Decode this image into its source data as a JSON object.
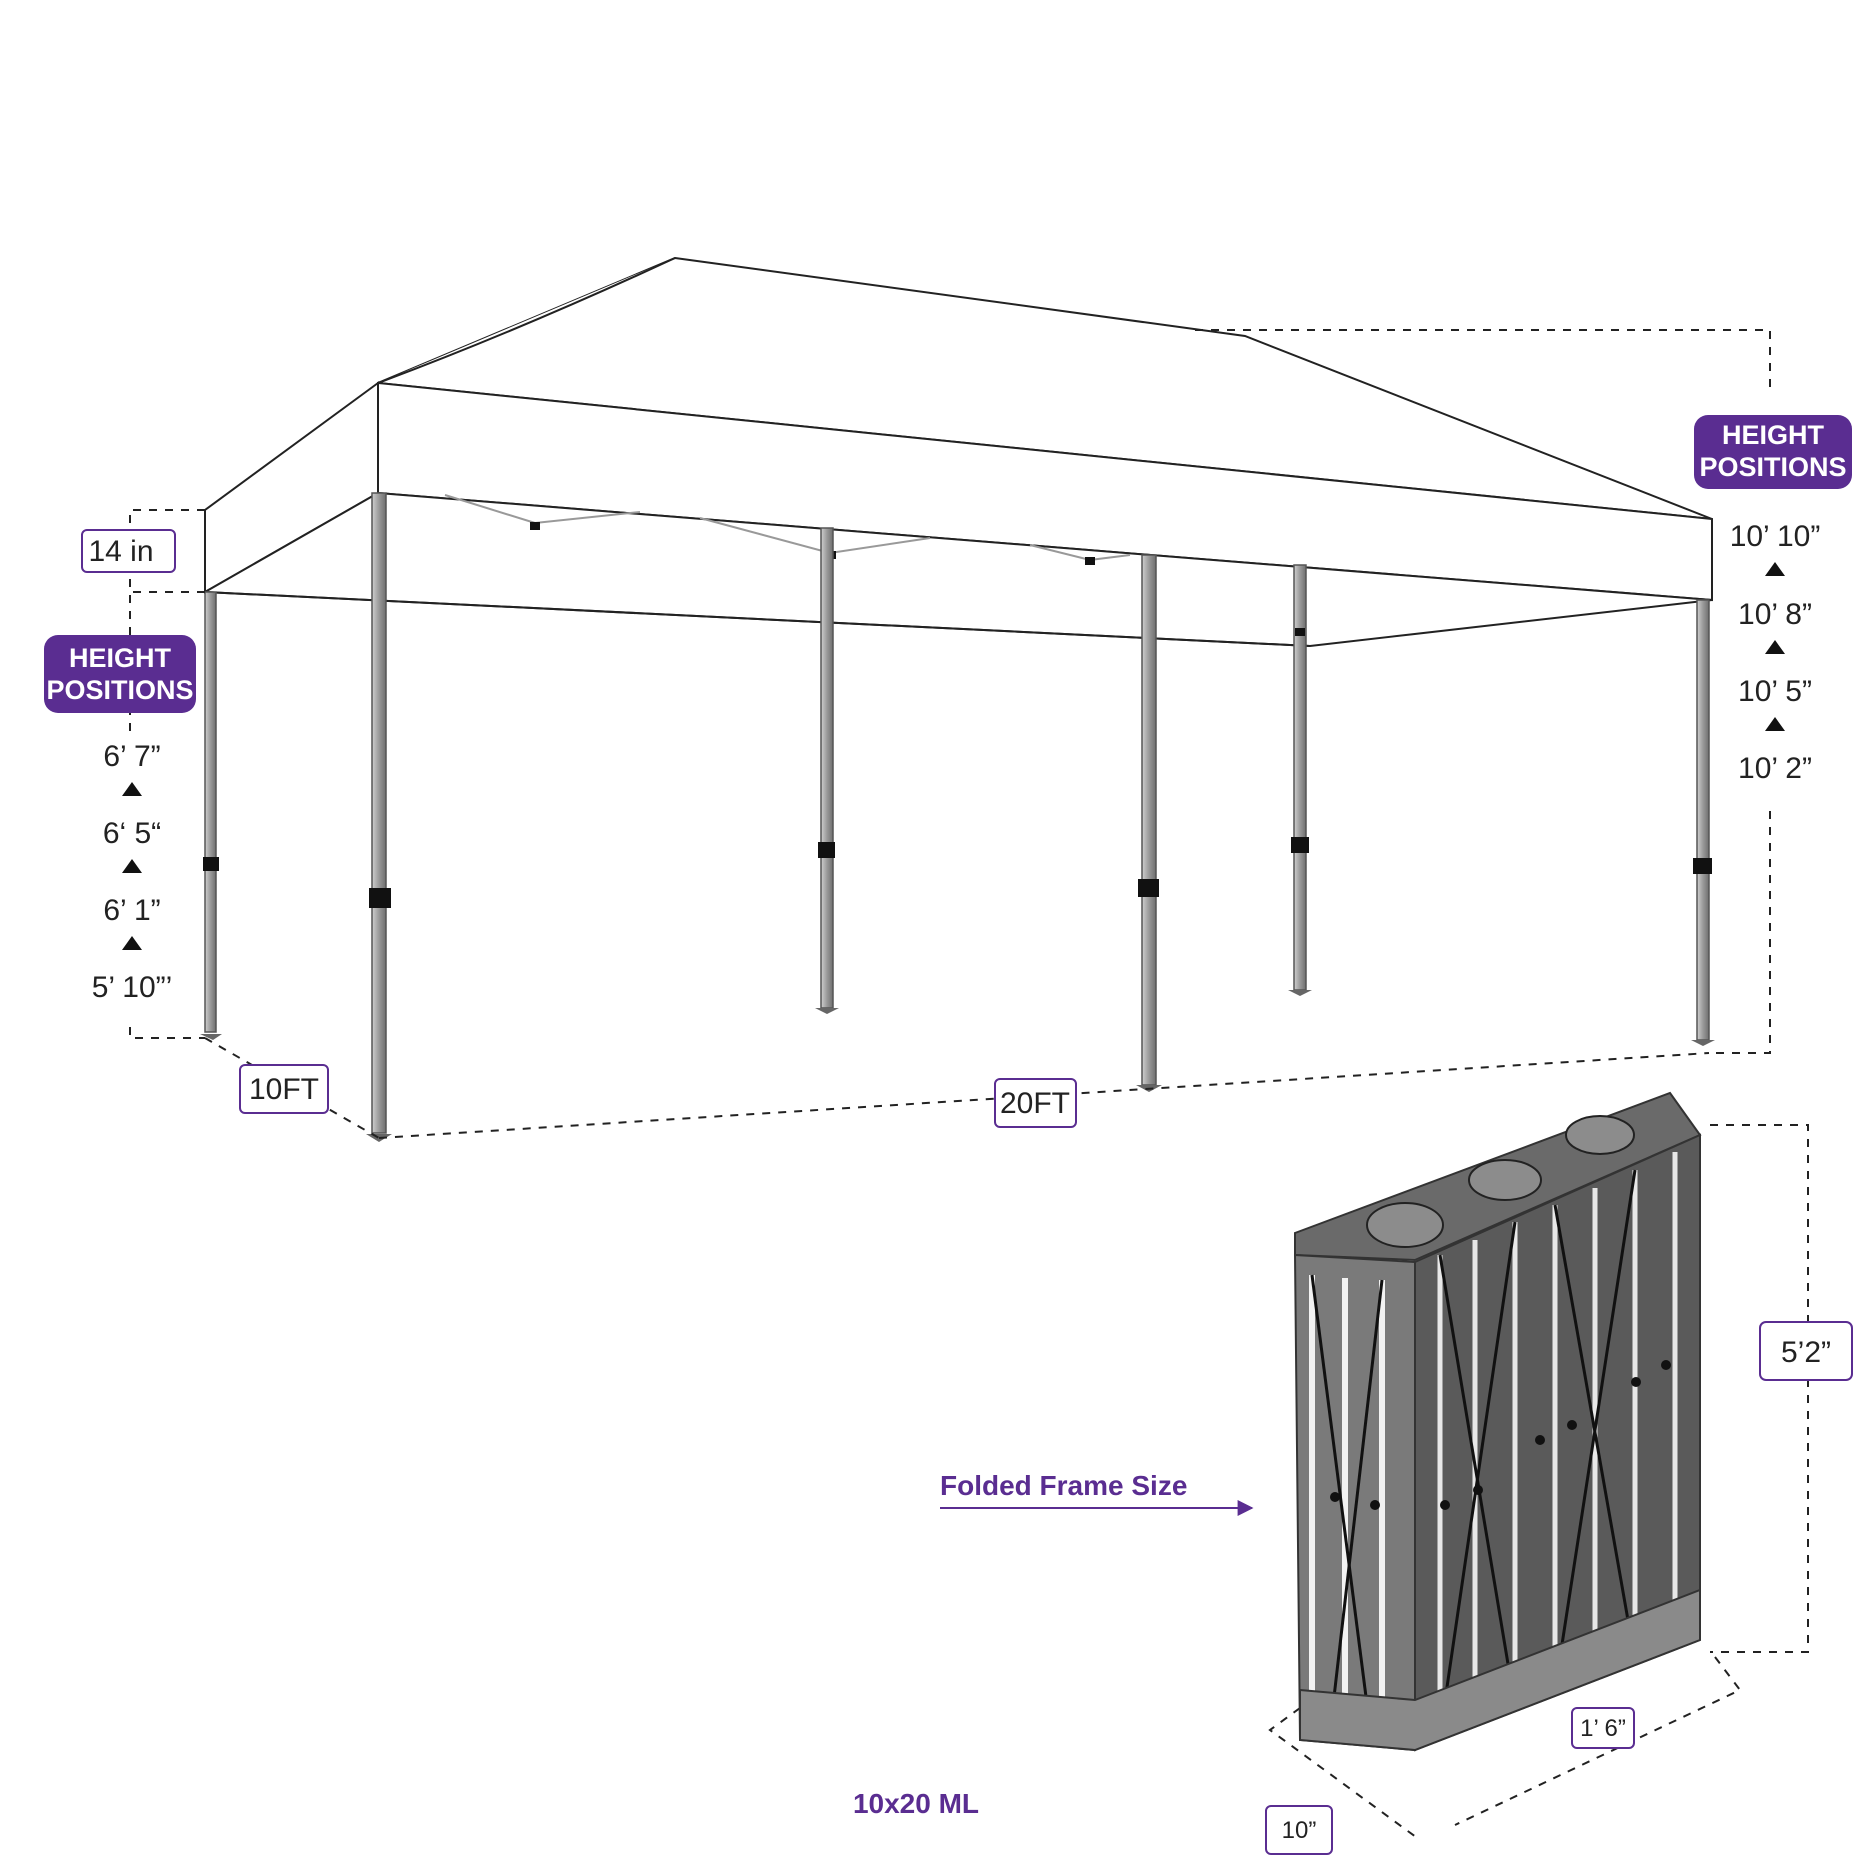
{
  "colors": {
    "purple": "#5a2d91",
    "leg": "#9a9a9a",
    "frame_dark": "#555555"
  },
  "left_panel": {
    "canopy_height": "14 in",
    "badge_line1": "HEIGHT",
    "badge_line2": "POSITIONS",
    "heights": [
      "6’ 7”",
      "6‘ 5“",
      "6’ 1”",
      "5’ 10”’"
    ]
  },
  "right_panel": {
    "badge_line1": "HEIGHT",
    "badge_line2": "POSITIONS",
    "heights": [
      "10’ 10”",
      "10’ 8”",
      "10’ 5”",
      "10’ 2”"
    ]
  },
  "dimensions": {
    "width": "10FT",
    "length": "20FT"
  },
  "folded": {
    "label": "Folded Frame Size",
    "height": "5’2”",
    "depth": "1’ 6”",
    "width": "10”"
  },
  "model": "10x20 ML"
}
